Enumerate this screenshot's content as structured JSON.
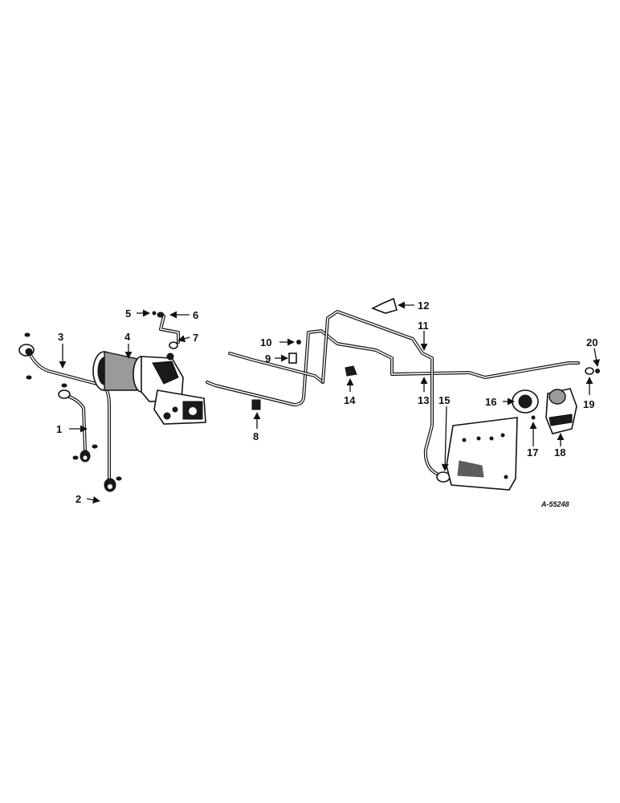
{
  "diagram": {
    "reference_number": "A-55248",
    "callouts": [
      {
        "id": "1",
        "text": "1"
      },
      {
        "id": "2",
        "text": "2"
      },
      {
        "id": "3",
        "text": "3"
      },
      {
        "id": "4",
        "text": "4"
      },
      {
        "id": "5",
        "text": "5"
      },
      {
        "id": "6",
        "text": "6"
      },
      {
        "id": "7",
        "text": "7"
      },
      {
        "id": "8",
        "text": "8"
      },
      {
        "id": "9",
        "text": "9"
      },
      {
        "id": "10",
        "text": "10"
      },
      {
        "id": "11",
        "text": "11"
      },
      {
        "id": "12",
        "text": "12"
      },
      {
        "id": "13",
        "text": "13"
      },
      {
        "id": "14",
        "text": "14"
      },
      {
        "id": "15",
        "text": "15"
      },
      {
        "id": "16",
        "text": "16"
      },
      {
        "id": "17",
        "text": "17"
      },
      {
        "id": "18",
        "text": "18"
      },
      {
        "id": "19",
        "text": "19"
      },
      {
        "id": "20",
        "text": "20"
      }
    ]
  }
}
